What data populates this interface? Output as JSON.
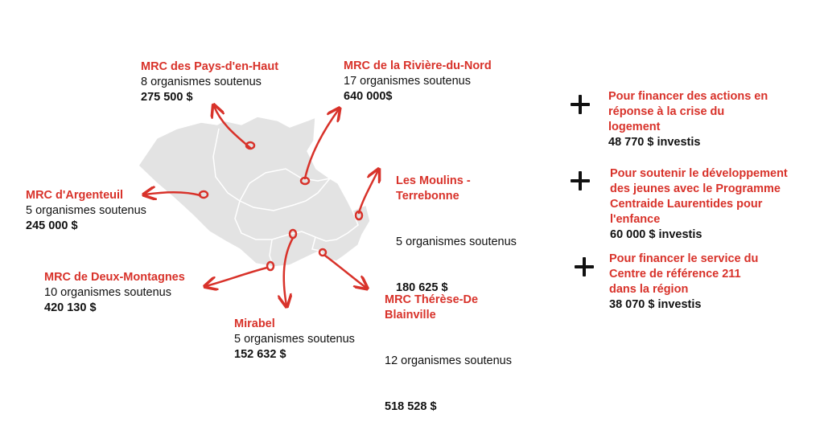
{
  "colors": {
    "accent": "#d8322a",
    "map_fill": "#e3e3e3",
    "map_border": "#ffffff",
    "text": "#111111"
  },
  "regions": [
    {
      "name": "MRC des Pays-d'en-Haut",
      "line": "8 organismes soutenus",
      "amount": "275 500 $"
    },
    {
      "name": "MRC de la Rivière-du-Nord",
      "line": "17 organismes soutenus",
      "amount": "640 000$"
    },
    {
      "name": "Les Moulins -\nTerrebonne",
      "line": "5 organismes soutenus",
      "amount": "180 625 $"
    },
    {
      "name": "MRC d'Argenteuil",
      "line": "5 organismes soutenus",
      "amount": "245 000 $"
    },
    {
      "name": "MRC de Deux-Montagnes",
      "line": "10 organismes soutenus",
      "amount": "420 130 $"
    },
    {
      "name": "MRC Thérèse-De\nBlainville",
      "line": "12 organismes soutenus",
      "amount": "518 528 $"
    },
    {
      "name": "Mirabel",
      "line": "5 organismes soutenus",
      "amount": "152 632 $"
    }
  ],
  "initiatives": [
    {
      "icon": "plus-icon",
      "title_lines": [
        "Pour financer des actions en",
        "réponse à la crise du",
        "logement"
      ],
      "invested": "48 770 $ investis"
    },
    {
      "icon": "plus-icon",
      "title_lines": [
        "Pour soutenir le développement",
        "des jeunes avec le Programme",
        "Centraide Laurentides pour",
        "l'enfance"
      ],
      "invested": "60 000 $ investis"
    },
    {
      "icon": "plus-icon",
      "title_lines": [
        "Pour financer le service du",
        "Centre de référence 211",
        "dans la région"
      ],
      "invested": "38 070 $ investis"
    }
  ]
}
